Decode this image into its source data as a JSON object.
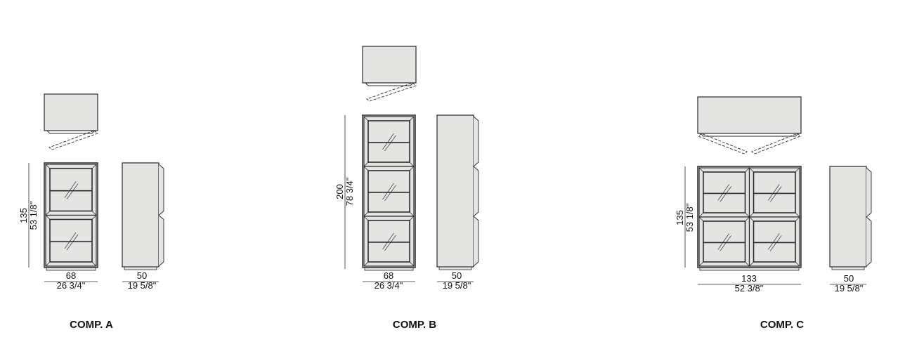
{
  "compositions": [
    {
      "name": "COMP. A",
      "height_cm": "135",
      "height_in": "53 1/8\"",
      "width_cm": "68",
      "width_in": "26 3/4\"",
      "depth_cm": "50",
      "depth_in": "19 5/8\""
    },
    {
      "name": "COMP. B",
      "height_cm": "200",
      "height_in": "78 3/4\"",
      "width_cm": "68",
      "width_in": "26 3/4\"",
      "depth_cm": "50",
      "depth_in": "19 5/8\""
    },
    {
      "name": "COMP. C",
      "height_cm": "135",
      "height_in": "53 1/8\"",
      "width_cm": "133",
      "width_in": "52 3/8\"",
      "depth_cm": "50",
      "depth_in": "19 5/8\""
    }
  ],
  "colors": {
    "fill": "#e4e4e2",
    "stroke": "#2b2b2b"
  }
}
